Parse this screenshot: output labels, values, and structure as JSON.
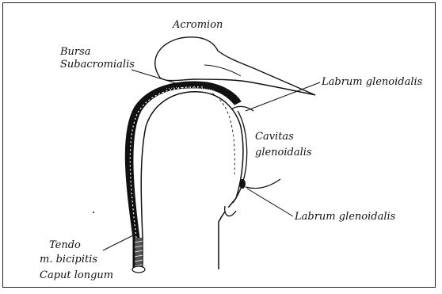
{
  "labels": {
    "acromion": "Acromion",
    "bursa_line1": "Bursa",
    "bursa_line2": "Subacromialis",
    "labrum_upper": "Labrum glenoidalis",
    "cavitas_line1": "Cavitas",
    "cavitas_line2": "glenoidalis",
    "labrum_lower": "Labrum glenoidalis",
    "tendo_line1": "Tendo",
    "tendo_line2": "m. bicipitis",
    "tendo_line3": "Caput longum"
  },
  "colors": {
    "ink": "#111111",
    "background": "#ffffff"
  }
}
